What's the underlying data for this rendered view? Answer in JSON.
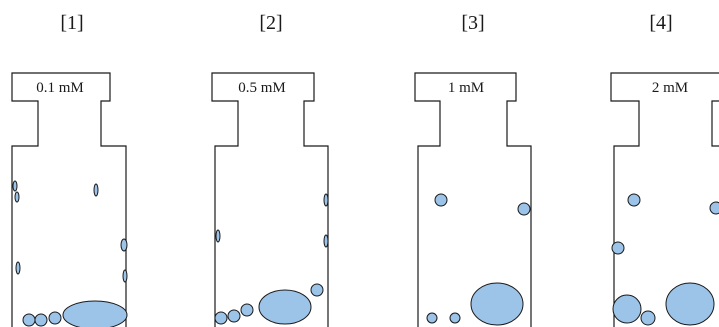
{
  "figure": {
    "panels": [
      {
        "label": "[1]",
        "concentration": "0.1 mM"
      },
      {
        "label": "[2]",
        "concentration": "0.5 mM"
      },
      {
        "label": "[3]",
        "concentration": "1 mM"
      },
      {
        "label": "[4]",
        "concentration": "2 mM"
      }
    ],
    "colors": {
      "bubble_fill": "#9cc3e8",
      "outline": "#1a1a1a"
    }
  }
}
